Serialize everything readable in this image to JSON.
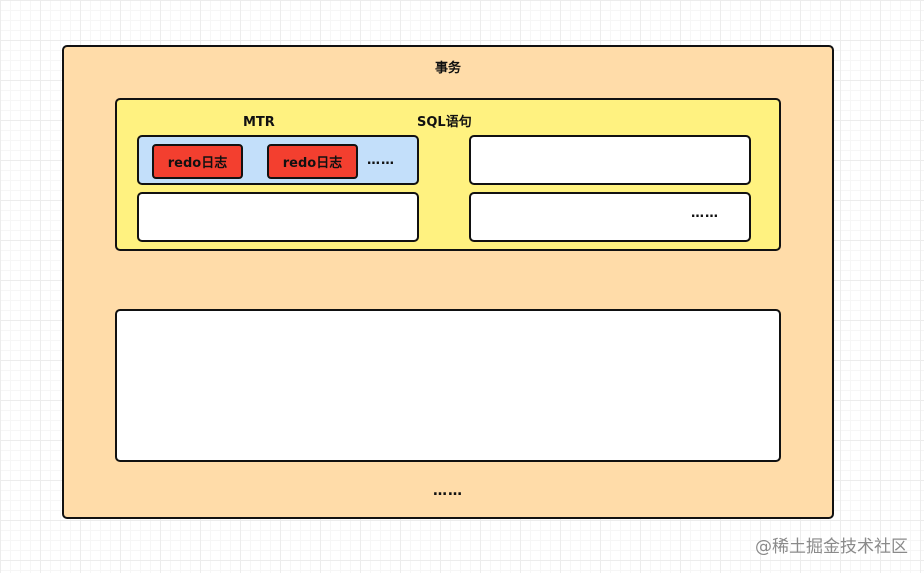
{
  "transaction": {
    "title": "事务",
    "ellipsis": "……"
  },
  "sql": {
    "title": "SQL语句",
    "box2_ellipsis": "……"
  },
  "mtr": {
    "title": "MTR",
    "redo_logs": [
      {
        "label": "redo日志"
      },
      {
        "label": "redo日志"
      }
    ],
    "ellipsis": "……"
  },
  "watermark": "@稀土掘金技术社区",
  "colors": {
    "transaction_bg": "#ffdca9",
    "sql_bg": "#fff280",
    "mtr_bg": "#c3dffa",
    "redo_bg": "#f33f2f"
  }
}
